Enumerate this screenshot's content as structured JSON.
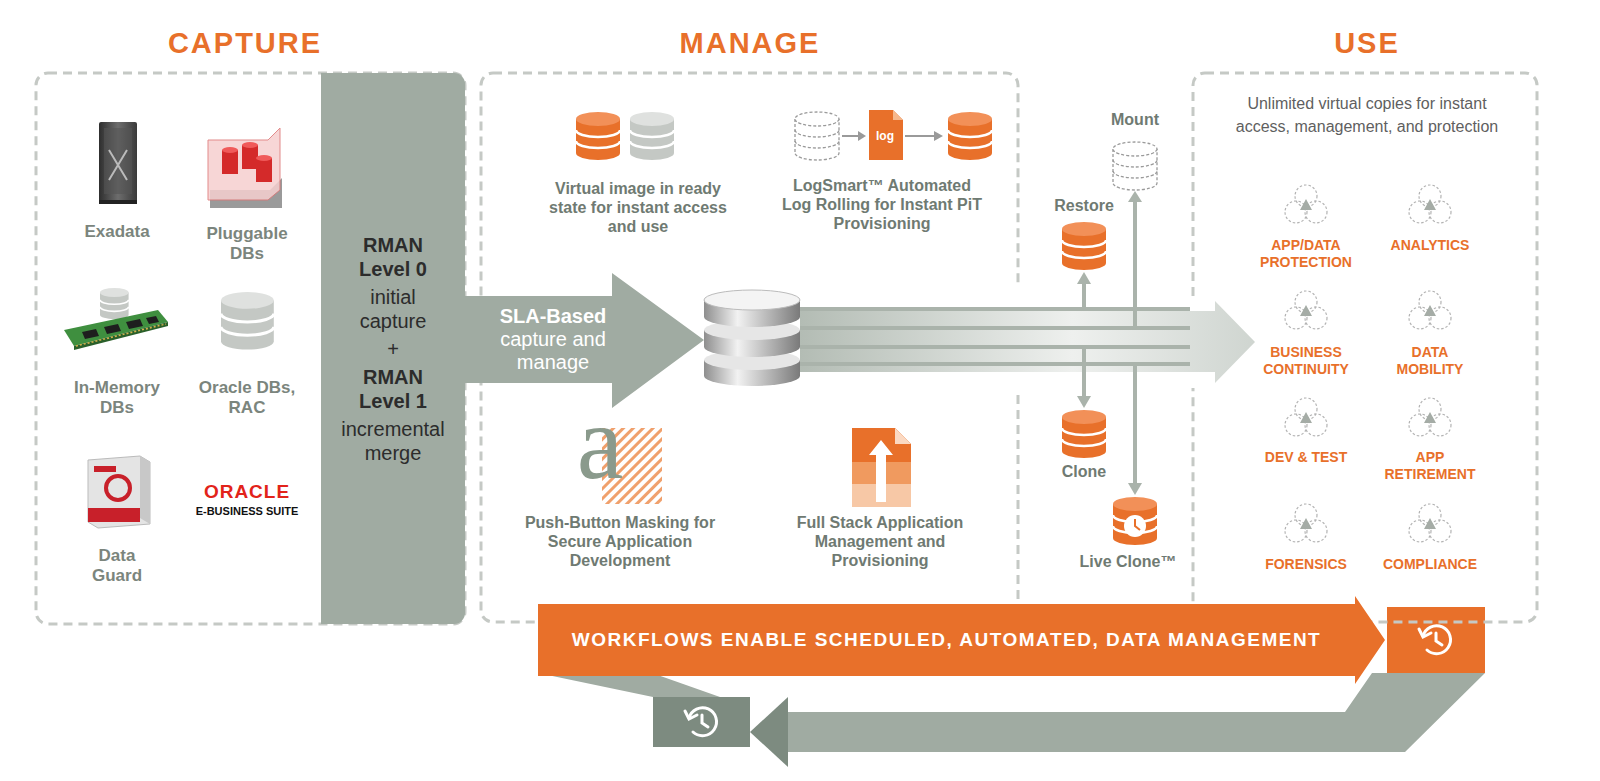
{
  "diagram": {
    "nodes": [
      {
        "text": [
          "CAPTURE"
        ]
      },
      {
        "text": [
          "RMAN Level 0",
          "initial capture",
          "+",
          "RMAN Level 1",
          "incremental merge"
        ],
        "in": 0
      },
      {
        "text": [
          "SLA-Based",
          "capture and manage"
        ]
      },
      {
        "text": [
          "MANAGE"
        ]
      },
      {
        "text": [
          "USE",
          "Unlimited virtual copies for instant access, management, and protection"
        ]
      },
      {
        "text": [
          "WORKFLOWS ENABLE SCHEDULED, AUTOMATED, DATA MANAGEMENT"
        ]
      }
    ],
    "labels": [
      "Exadata",
      "Pluggable DBs",
      "In-Memory DBs",
      "Oracle DBs, RAC",
      "Data Guard",
      "ORACLE",
      "E-BUSINESS SUITE",
      "Virtual image in ready state for instant access and use",
      "log",
      "LogSmart™ Automated Log Rolling for Instant PiT Provisioning",
      "a",
      "Push-Button Masking for Secure Application Development",
      "Full Stack Application Management and Provisioning",
      "Mount",
      "Restore",
      "Clone",
      "Live Clone™",
      "APP/DATA PROTECTION",
      "ANALYTICS",
      "BUSINESS CONTINUITY",
      "DATA MOBILITY",
      "DEV & TEST",
      "APP RETIREMENT",
      "FORENSICS",
      "COMPLIANCE"
    ]
  }
}
